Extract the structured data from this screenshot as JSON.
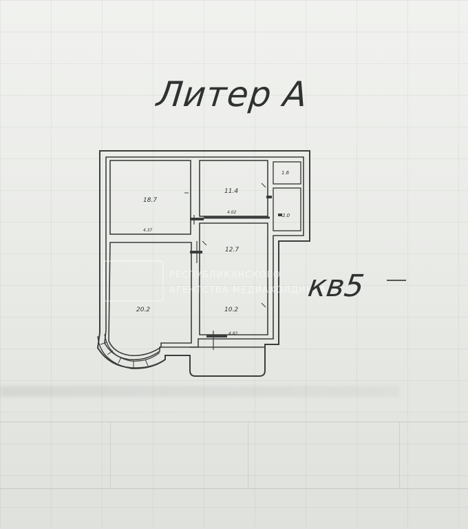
{
  "title": "Литер А",
  "apartment_label": "кв5",
  "watermark": {
    "line1": "республиканского",
    "line2": "агентства медиахолдинга"
  },
  "rooms": [
    {
      "id": "room-top-left",
      "area": "18.7",
      "dimension": "4.37"
    },
    {
      "id": "room-top-middle",
      "area": "11.4",
      "dimension": "4.02"
    },
    {
      "id": "room-bath",
      "area": "1.6"
    },
    {
      "id": "room-wc",
      "area": "2.0"
    },
    {
      "id": "room-corridor",
      "area": "12.7"
    },
    {
      "id": "room-living",
      "area": "20.2"
    },
    {
      "id": "room-kitchen",
      "area": "10.2",
      "dimension": "4.82"
    }
  ],
  "colors": {
    "wall": "#3a3d3b",
    "ink": "#2e3230",
    "paper": "#eef0ec"
  }
}
